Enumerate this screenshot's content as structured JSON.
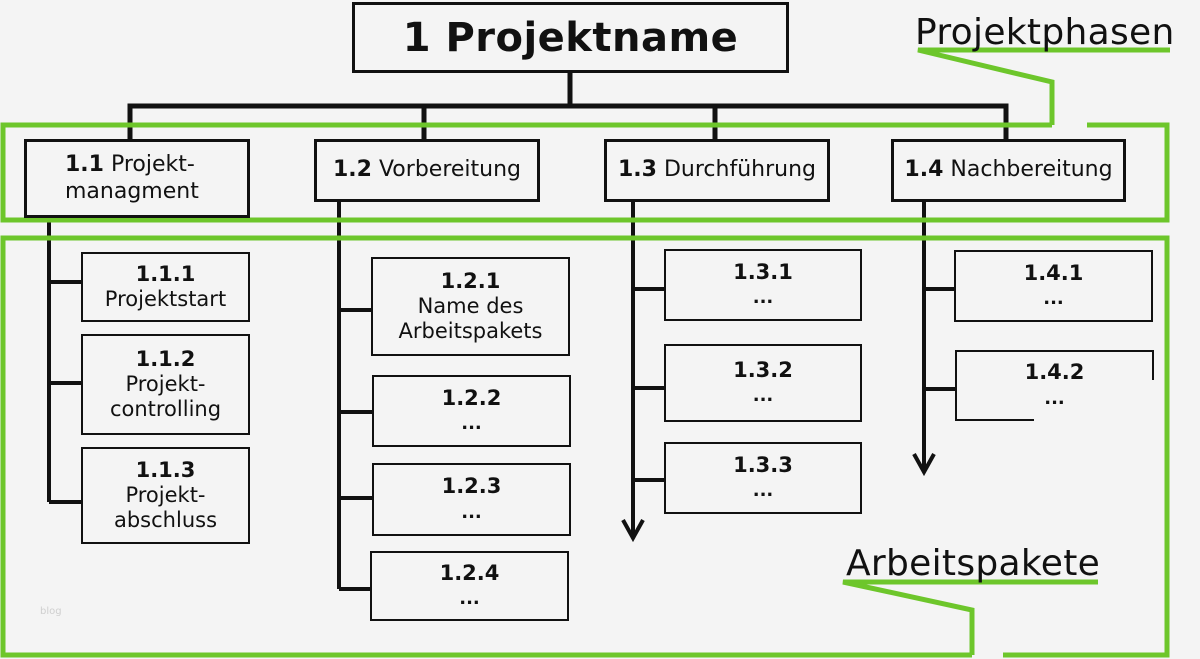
{
  "root": {
    "label": "1 Projektname"
  },
  "annotations": {
    "phases_label": "Projektphasen",
    "workpackages_label": "Arbeitspakete",
    "watermark": "blog"
  },
  "colors": {
    "highlight": "#6dc62b",
    "line": "#111111",
    "background": "#f4f4f4"
  },
  "phases": [
    {
      "num": "1.1",
      "name": "Projekt-",
      "name2": "managment",
      "packages": [
        {
          "num": "1.1.1",
          "line1": "Projektstart",
          "line2": ""
        },
        {
          "num": "1.1.2",
          "line1": "Projekt-",
          "line2": "controlling"
        },
        {
          "num": "1.1.3",
          "line1": "Projekt-",
          "line2": "abschluss"
        }
      ]
    },
    {
      "num": "1.2",
      "name": "Vorbereitung",
      "packages": [
        {
          "num": "1.2.1",
          "line1": "Name des",
          "line2": "Arbeitspakets"
        },
        {
          "num": "1.2.2",
          "line1": "..."
        },
        {
          "num": "1.2.3",
          "line1": "..."
        },
        {
          "num": "1.2.4",
          "line1": "..."
        }
      ]
    },
    {
      "num": "1.3",
      "name": "Durchführung",
      "packages": [
        {
          "num": "1.3.1",
          "line1": "..."
        },
        {
          "num": "1.3.2",
          "line1": "..."
        },
        {
          "num": "1.3.3",
          "line1": "..."
        }
      ]
    },
    {
      "num": "1.4",
      "name": "Nachbereitung",
      "packages": [
        {
          "num": "1.4.1",
          "line1": "..."
        },
        {
          "num": "1.4.2",
          "line1": "..."
        }
      ]
    }
  ]
}
